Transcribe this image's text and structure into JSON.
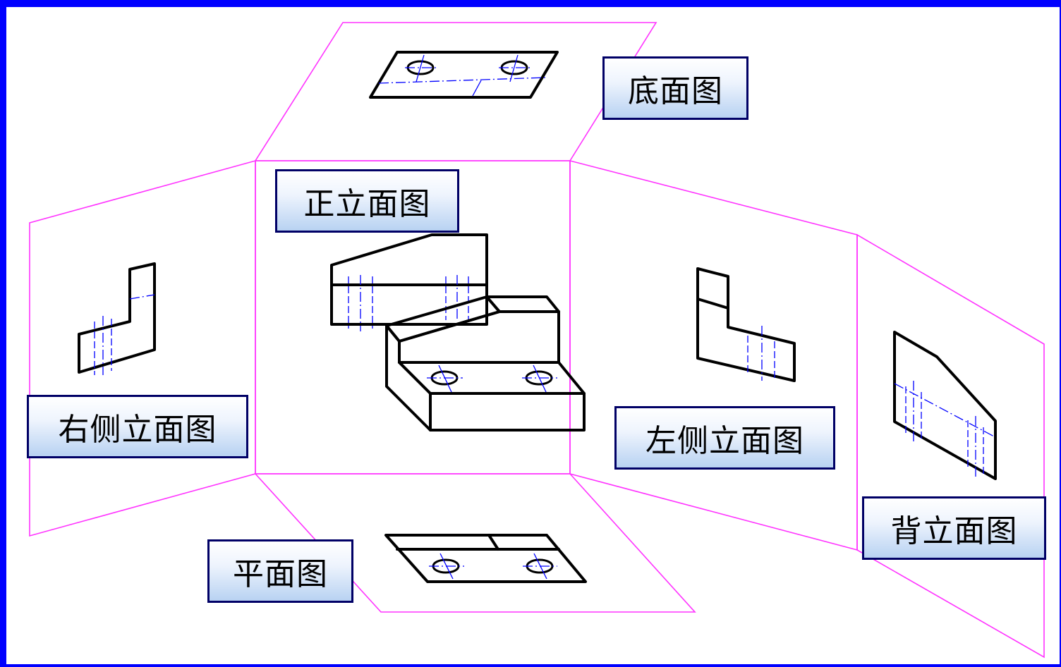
{
  "views": {
    "bottom": "底面图",
    "front": "正立面图",
    "right": "右侧立面图",
    "left": "左侧立面图",
    "plan": "平面图",
    "back": "背立面图"
  },
  "colors": {
    "frame": "#0000ff",
    "projection_plane": "#ff33ff",
    "object_outline": "#000000",
    "hidden_centerline": "#0000ff",
    "label_border": "#000066"
  }
}
